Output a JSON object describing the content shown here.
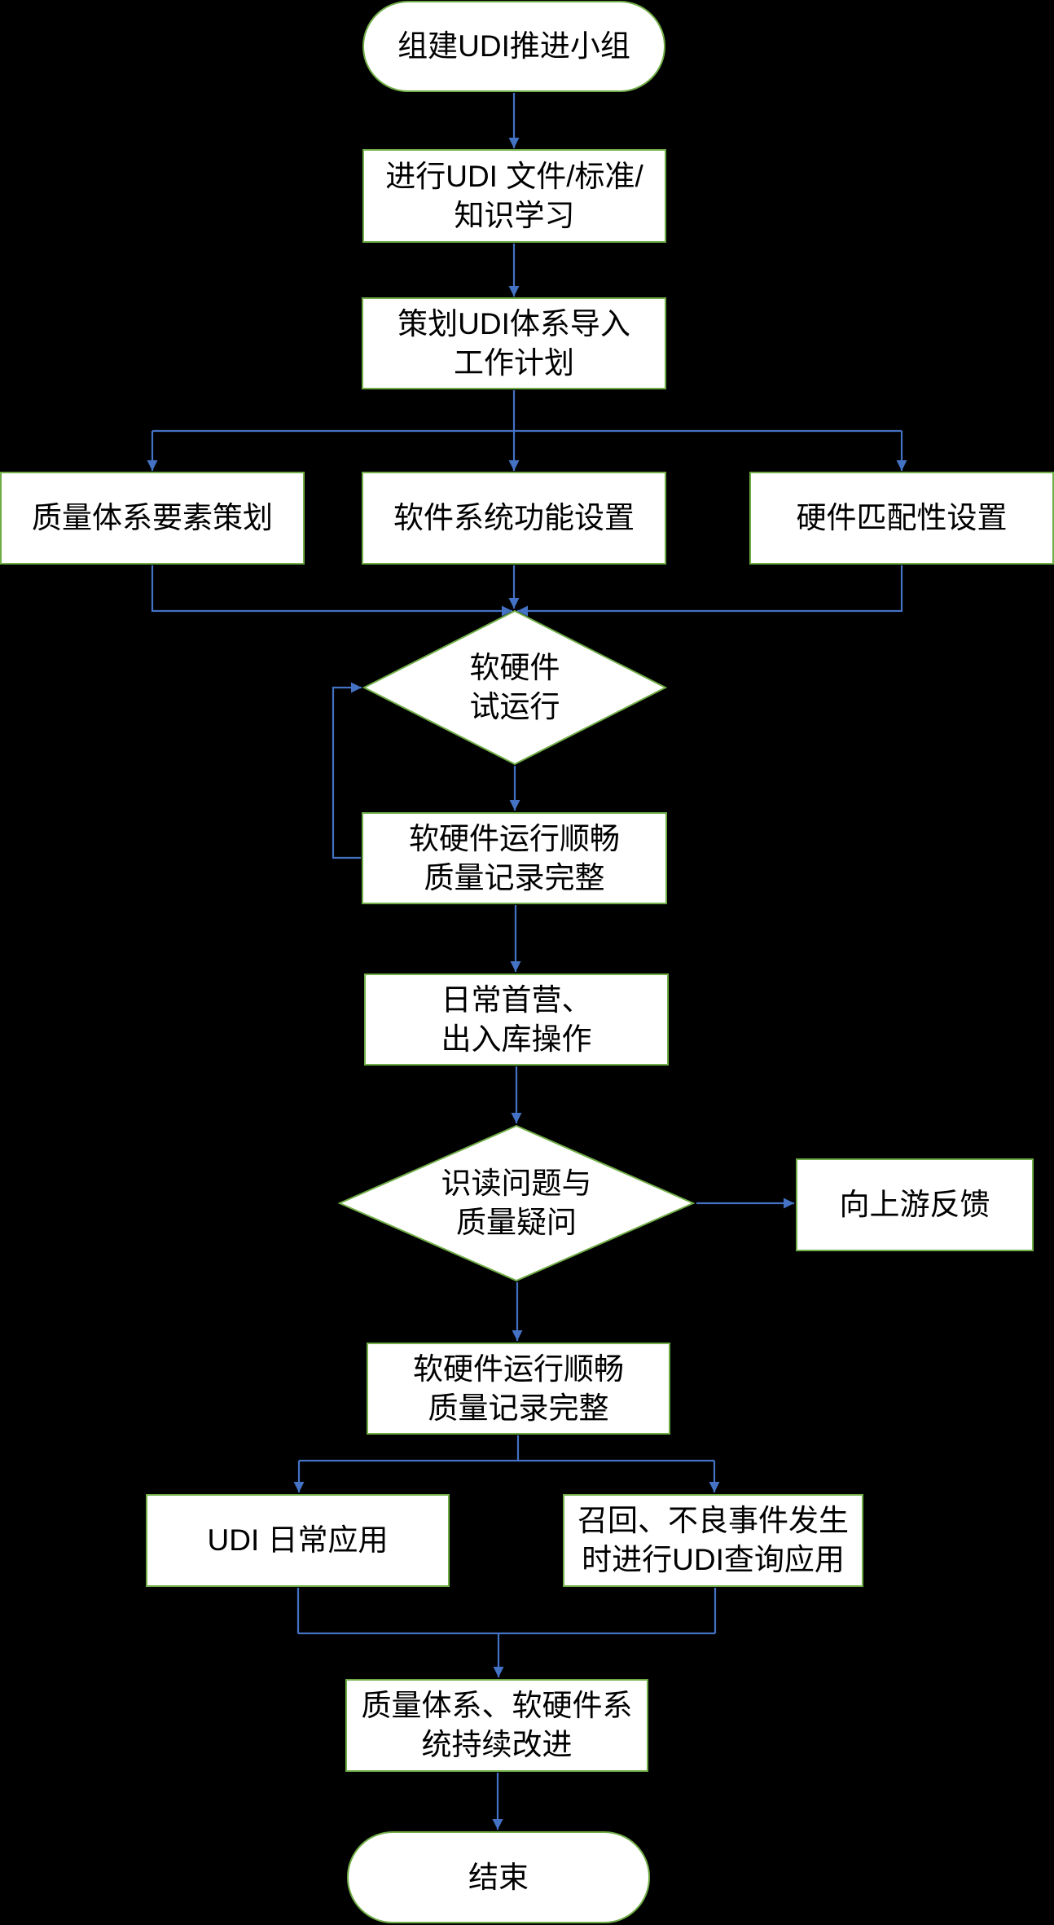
{
  "diagram": {
    "type": "flowchart",
    "colors": {
      "background": "#000000",
      "node_fill": "#ffffff",
      "node_border": "#70AD47",
      "connector": "#4472C4",
      "text": "#000000"
    },
    "nodes": {
      "start": {
        "shape": "terminator",
        "label": "组建UDI推进小组"
      },
      "study": {
        "shape": "process",
        "label": "进行UDI 文件/标准/\n知识学习"
      },
      "plan": {
        "shape": "process",
        "label": "策划UDI体系导入\n工作计划"
      },
      "quality": {
        "shape": "process",
        "label": "质量体系要素策划"
      },
      "software": {
        "shape": "process",
        "label": "软件系统功能设置"
      },
      "hardware": {
        "shape": "process",
        "label": "硬件匹配性设置"
      },
      "trial": {
        "shape": "decision",
        "label": "软硬件\n试运行"
      },
      "smooth1": {
        "shape": "process",
        "label": "软硬件运行顺畅\n质量记录完整"
      },
      "daily": {
        "shape": "process",
        "label": "日常首营、\n出入库操作"
      },
      "issues": {
        "shape": "decision",
        "label": "识读问题与\n质量疑问"
      },
      "feedback": {
        "shape": "process",
        "label": "向上游反馈"
      },
      "smooth2": {
        "shape": "process",
        "label": "软硬件运行顺畅\n质量记录完整"
      },
      "udi_daily": {
        "shape": "process",
        "label": "UDI 日常应用"
      },
      "recall": {
        "shape": "process",
        "label": "召回、不良事件发生\n时进行UDI查询应用"
      },
      "improve": {
        "shape": "process",
        "label": "质量体系、软硬件系\n统持续改进"
      },
      "end": {
        "shape": "terminator",
        "label": "结束"
      }
    },
    "edges": [
      {
        "from": "start",
        "to": "study"
      },
      {
        "from": "study",
        "to": "plan"
      },
      {
        "from": "plan",
        "to": "quality"
      },
      {
        "from": "plan",
        "to": "software"
      },
      {
        "from": "plan",
        "to": "hardware"
      },
      {
        "from": "quality",
        "to": "trial"
      },
      {
        "from": "software",
        "to": "trial"
      },
      {
        "from": "hardware",
        "to": "trial"
      },
      {
        "from": "trial",
        "to": "smooth1"
      },
      {
        "from": "smooth1",
        "to": "trial"
      },
      {
        "from": "smooth1",
        "to": "daily"
      },
      {
        "from": "daily",
        "to": "issues"
      },
      {
        "from": "issues",
        "to": "feedback"
      },
      {
        "from": "issues",
        "to": "smooth2"
      },
      {
        "from": "smooth2",
        "to": "udi_daily"
      },
      {
        "from": "smooth2",
        "to": "recall"
      },
      {
        "from": "udi_daily",
        "to": "improve"
      },
      {
        "from": "recall",
        "to": "improve"
      },
      {
        "from": "improve",
        "to": "end"
      }
    ]
  }
}
